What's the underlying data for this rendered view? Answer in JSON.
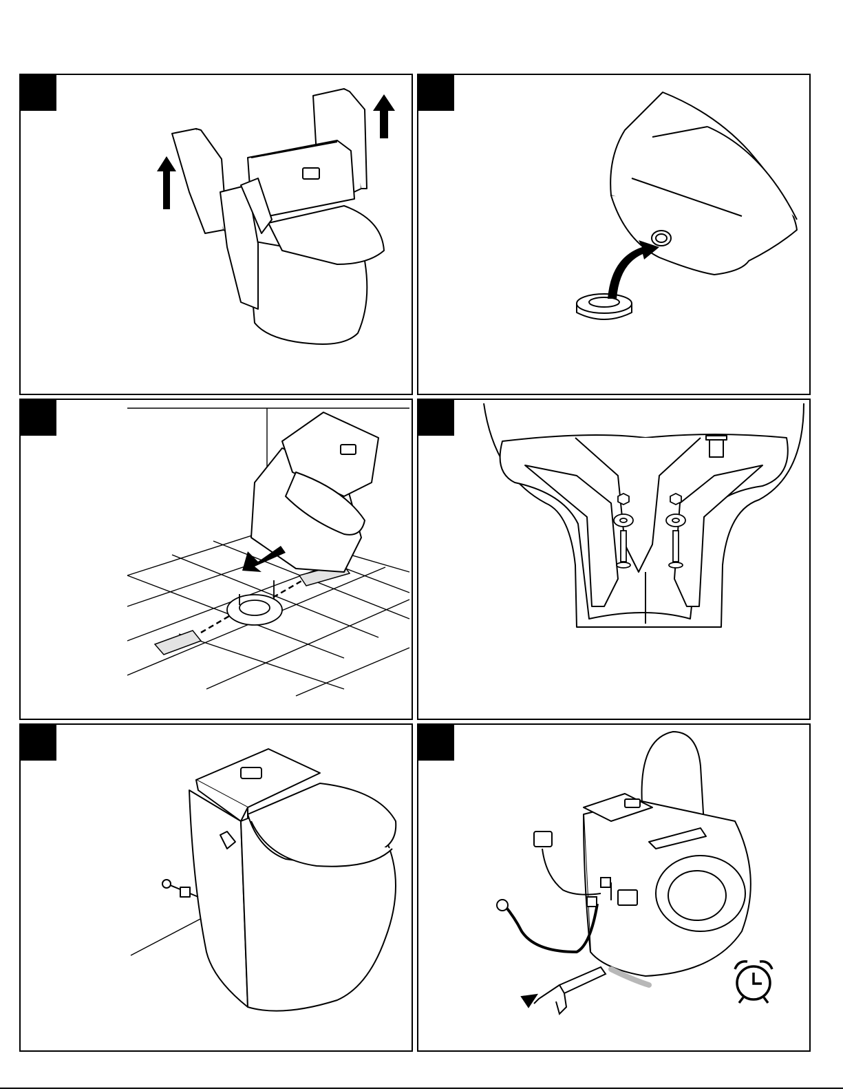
{
  "document": {
    "type": "installation-instructions-page",
    "panels": [
      {
        "id": 1,
        "step_label": "",
        "illustration": "remove-side-cover-panels"
      },
      {
        "id": 2,
        "step_label": "",
        "illustration": "install-wax-ring-on-outlet"
      },
      {
        "id": 3,
        "step_label": "",
        "illustration": "lower-toilet-onto-flange-bolts"
      },
      {
        "id": 4,
        "step_label": "",
        "illustration": "secure-nuts-washers-underside"
      },
      {
        "id": 5,
        "step_label": "",
        "illustration": "reattach-covers-complete-toilet"
      },
      {
        "id": 6,
        "step_label": "",
        "illustration": "connect-water-power-apply-caulk-wait"
      }
    ]
  },
  "colors": {
    "line": "#000000",
    "fill": "#ffffff",
    "shade": "#e6e6e6",
    "badge": "#000000"
  },
  "icons": [
    "arrow-up-icon",
    "curved-arrow-icon",
    "down-arrow-icon",
    "alarm-clock-icon",
    "caulk-gun-icon",
    "power-adapter-icon"
  ]
}
